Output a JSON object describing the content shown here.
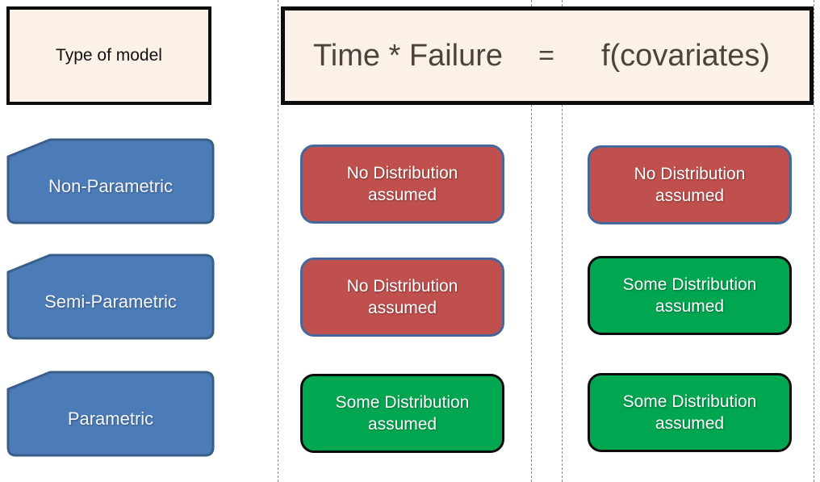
{
  "title_box": {
    "label": "Type of model"
  },
  "equation_box": {
    "left": "Time * Failure",
    "equals": "=",
    "right": "f(covariates)"
  },
  "model_rows": [
    {
      "model": "Non-Parametric",
      "time_failure": {
        "line1": "No Distribution",
        "line2": "assumed",
        "variant": "none"
      },
      "covariates": {
        "line1": "No Distribution",
        "line2": "assumed",
        "variant": "none"
      }
    },
    {
      "model": "Semi-Parametric",
      "time_failure": {
        "line1": "No Distribution",
        "line2": "assumed",
        "variant": "none"
      },
      "covariates": {
        "line1": "Some Distribution",
        "line2": "assumed",
        "variant": "some"
      }
    },
    {
      "model": "Parametric",
      "time_failure": {
        "line1": "Some Distribution",
        "line2": "assumed",
        "variant": "some"
      },
      "covariates": {
        "line1": "Some Distribution",
        "line2": "assumed",
        "variant": "some"
      }
    }
  ],
  "colors": {
    "no_distribution_fill": "#c0504d",
    "no_distribution_border": "#44679c",
    "some_distribution_fill": "#00a650",
    "some_distribution_border": "#0d0d0d",
    "model_shape_fill": "#4c7cb8",
    "model_shape_border": "#3a5e8c",
    "header_fill": "#fcf1e6",
    "header_border": "#0d0d0d",
    "equation_text": "#4a443d",
    "divider_line": "#8a8a8a"
  }
}
